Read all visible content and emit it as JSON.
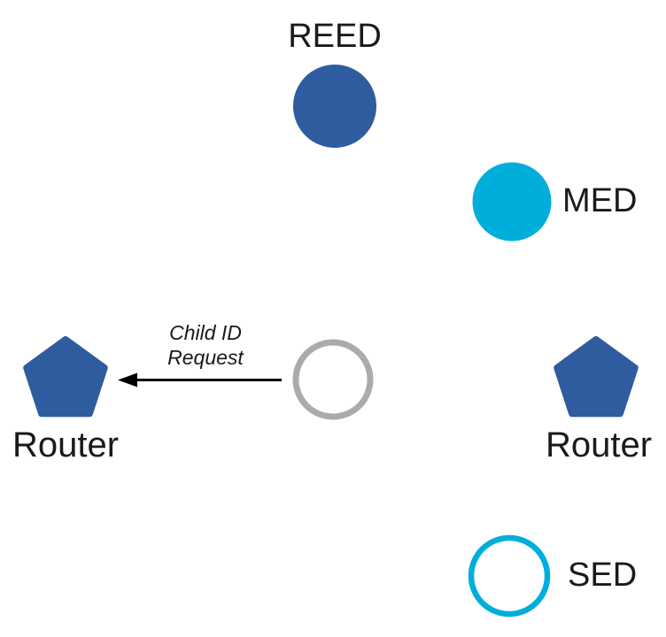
{
  "nodes": {
    "reed": {
      "label": "REED",
      "shape": "filled-circle"
    },
    "med": {
      "label": "MED",
      "shape": "filled-circle"
    },
    "joiner": {
      "shape": "outlined-circle"
    },
    "router_left": {
      "label": "Router",
      "shape": "pentagon"
    },
    "router_right": {
      "label": "Router",
      "shape": "pentagon"
    },
    "sed": {
      "label": "SED",
      "shape": "outlined-circle"
    }
  },
  "message": {
    "label": "Child ID\nRequest",
    "from": "joiner",
    "to": "router_left",
    "direction": "left"
  },
  "colors": {
    "node_blue": "#2E5C9E",
    "node_cyan": "#00AEDB",
    "joiner_gray": "#ABABAB",
    "arrow_black": "#000000",
    "text": "#1A1A1A"
  }
}
